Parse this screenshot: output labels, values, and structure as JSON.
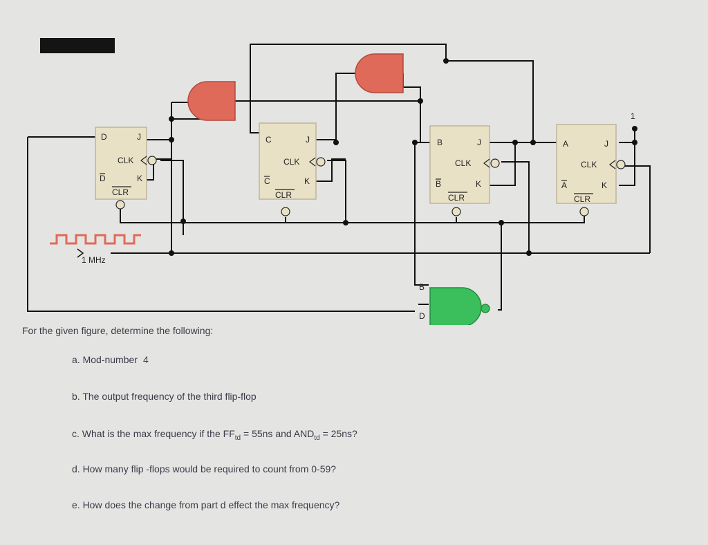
{
  "flipflops": [
    {
      "id": "D",
      "q": "D",
      "qbar": "D",
      "j": "J",
      "k": "K",
      "clk": "CLK",
      "clr": "CLR"
    },
    {
      "id": "C",
      "q": "C",
      "qbar": "C",
      "j": "J",
      "k": "K",
      "clk": "CLK",
      "clr": "CLR"
    },
    {
      "id": "B",
      "q": "B",
      "qbar": "B",
      "j": "J",
      "k": "K",
      "clk": "CLK",
      "clr": "CLR"
    },
    {
      "id": "A",
      "q": "A",
      "qbar": "A",
      "j": "J",
      "k": "K",
      "clk": "CLK",
      "clr": "CLR"
    }
  ],
  "clock_label": "1 MHz",
  "nand_inputs": [
    "B",
    "D"
  ],
  "input_high_label": "1",
  "questions": {
    "intro": "For the given figure, determine the following:",
    "a": "a. Mod-number",
    "a_answer": "4",
    "b": "b. The output frequency of the third flip-flop",
    "c_pre": "c. What is the max frequency if the FF",
    "c_sub1": "td",
    "c_mid": " = 55ns and AND",
    "c_sub2": "td",
    "c_post": " = 25ns?",
    "d": "d. How many flip -flops would be required to count from 0-59?",
    "e": "e. How does the change from part d effect the max frequency?"
  },
  "colors": {
    "and_gate": "#e06a5a",
    "nand_gate": "#3bbf5c",
    "ff_body": "#e9e1c6",
    "ff_border": "#bdb49a",
    "bar": "#141414"
  }
}
